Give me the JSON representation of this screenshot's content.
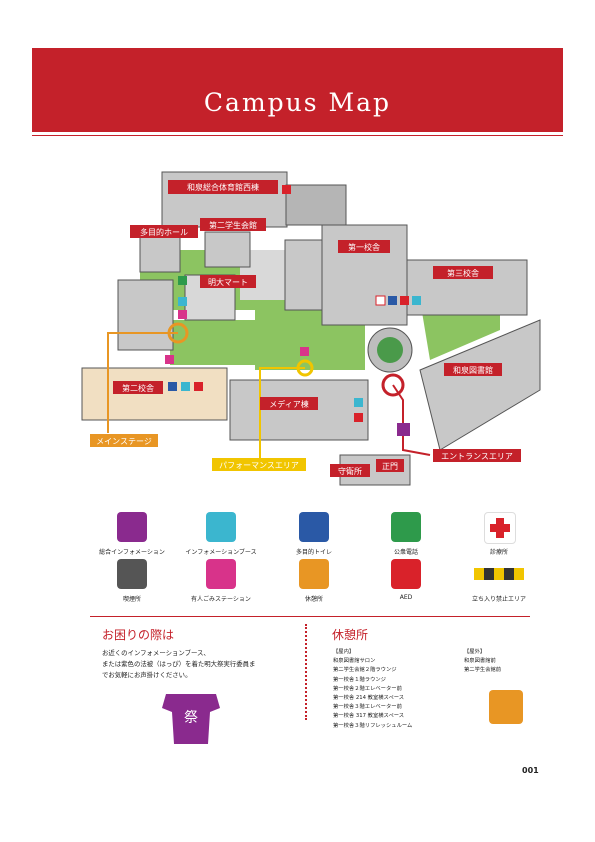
{
  "title": "Campus Map",
  "colors": {
    "brand_red": "#c4212a",
    "purple": "#8a2a8e",
    "cyan": "#3bb6cf",
    "blue": "#2a59a6",
    "green": "#2e9a4b",
    "red": "#d9222a",
    "gray": "#555555",
    "magenta": "#d8338a",
    "orange": "#e89624",
    "yellow": "#f1c500"
  },
  "map_labels": {
    "izumi_gym_west": "和泉総合体育館西棟",
    "multipurpose_hall": "多目的ホール",
    "second_student_hall": "第二学生会館",
    "first_building": "第一校舎",
    "third_building": "第三校舎",
    "meidai_mart": "明大マート",
    "second_building": "第二校舎",
    "library": "和泉図書館",
    "media_building": "メディア棟",
    "main_gate": "正門",
    "guard_office": "守衛所"
  },
  "callouts": {
    "main_stage": "メインステージ",
    "performance_area": "パフォーマンスエリア",
    "entrance_area": "エントランスエリア"
  },
  "legend": [
    {
      "icon": "info-purple-icon",
      "label": "総合インフォメーション"
    },
    {
      "icon": "info-cyan-icon",
      "label": "インフォメーションブース"
    },
    {
      "icon": "wheelchair-icon",
      "label": "多目的トイレ"
    },
    {
      "icon": "phone-icon",
      "label": "公衆電話"
    },
    {
      "icon": "first-aid-icon",
      "label": "診療所"
    },
    {
      "icon": "smoking-icon",
      "label": "喫煙所"
    },
    {
      "icon": "trash-icon",
      "label": "有人ごみステーション"
    },
    {
      "icon": "rest-icon",
      "label": "休憩所"
    },
    {
      "icon": "aed-icon",
      "label": "AED"
    },
    {
      "icon": "no-entry-icon",
      "label": "立ち入り禁止エリア"
    }
  ],
  "help": {
    "title": "お困りの際は",
    "lines": [
      "お近くのインフォメーションブース、",
      "または紫色の法被（はっぴ）を着た明大祭実行委員ま",
      "でお気軽にお声掛けください。"
    ],
    "happi_char": "祭"
  },
  "rest": {
    "title": "休憩所",
    "indoor_header": "【屋内】",
    "indoor": [
      "和泉図書館サロン",
      "第二学生会館２階ラウンジ",
      "第一校舎１階ラウンジ",
      "第一校舎２階エレベーター前",
      "第一校舎 214 教室横スペース",
      "第一校舎３階エレベーター前",
      "第一校舎 317 教室横スペース",
      "第一校舎３階リフレッシュルーム"
    ],
    "outdoor_header": "【屋外】",
    "outdoor": [
      "和泉図書館前",
      "第二学生会館前"
    ]
  },
  "page_number": "001"
}
